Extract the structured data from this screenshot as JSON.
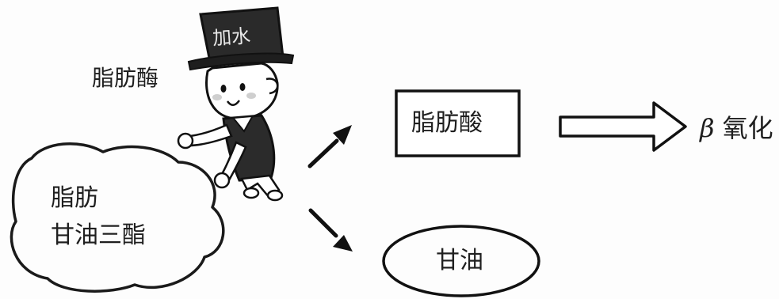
{
  "hat_text": "加水",
  "enzyme_label": "脂肪酶",
  "substrate": {
    "line1": "脂肪",
    "line2": "甘油三酯"
  },
  "products": {
    "fatty_acid": "脂肪酸",
    "glycerol": "甘油"
  },
  "next_step": {
    "symbol": "β",
    "text": "氧化"
  },
  "colors": {
    "stroke": "#1a1a1a",
    "background": "#fdfdfd",
    "cheek": "#cfcfcf"
  }
}
